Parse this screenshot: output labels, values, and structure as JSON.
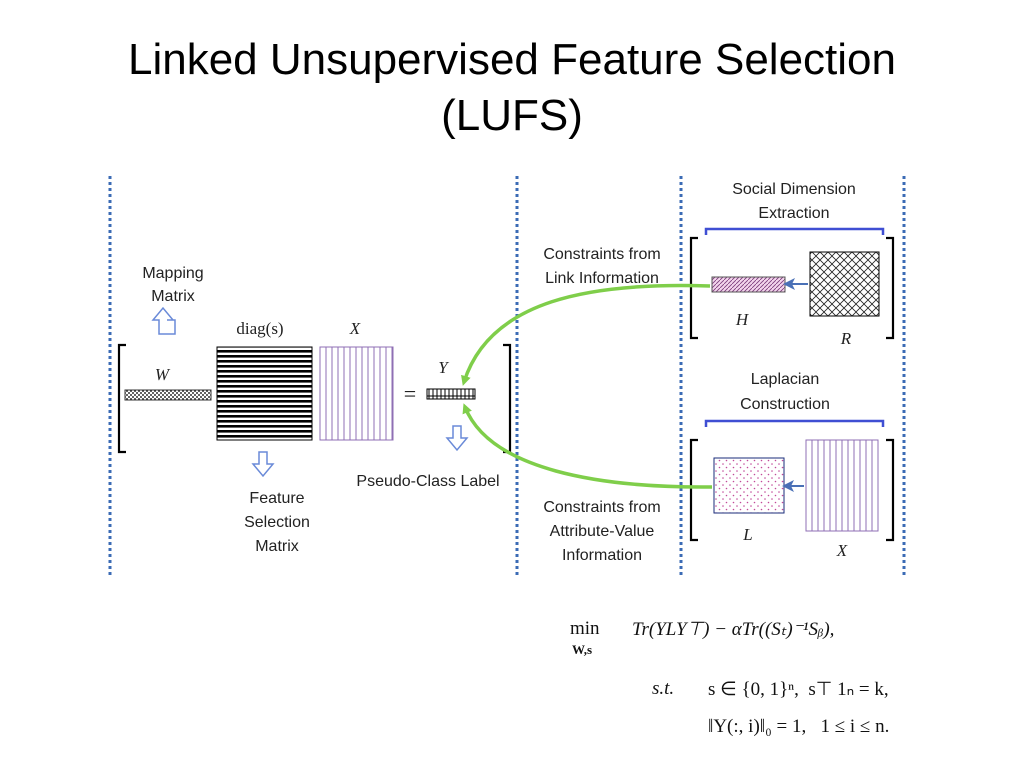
{
  "title": {
    "line1": "Linked Unsupervised Feature Selection",
    "line2": "(LUFS)"
  },
  "labels": {
    "mapping": [
      "Mapping",
      "Matrix"
    ],
    "feature_selection": [
      "Feature",
      "Selection",
      "Matrix"
    ],
    "pseudo_class": "Pseudo-Class Label",
    "social_dimension": [
      "Social Dimension",
      "Extraction"
    ],
    "laplacian": [
      "Laplacian",
      "Construction"
    ],
    "link_constraints": [
      "Constraints  from",
      "Link Information"
    ],
    "attribute_constraints": [
      "Constraints from",
      "Attribute-Value",
      "Information"
    ],
    "W": "W",
    "diag": "diag(s)",
    "X": "X",
    "Y": "Y",
    "equals": "=",
    "H": "H",
    "R": "R",
    "L": "L",
    "X2": "X"
  },
  "equation": {
    "min": "min",
    "sub": "W,s",
    "objective": "Tr(YLY⊤) − αTr((Sₜ)⁻¹Sᵦ),",
    "st": "s.t.",
    "c1": "s ∈ {0, 1}ⁿ,  s⊤ 1ₙ = k,",
    "c2": "‖Y(:, i)‖₀ = 1,   1 ≤ i ≤ n."
  },
  "colors": {
    "accent_blue": "#3f4fd3",
    "arrow_green": "#7fce4a",
    "purple": "#8f6fb4"
  }
}
